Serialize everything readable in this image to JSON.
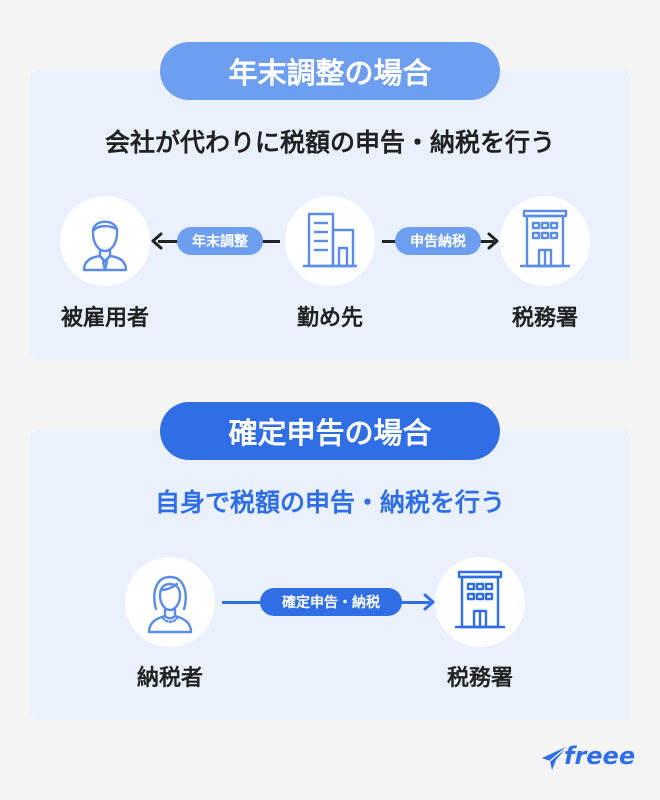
{
  "section1": {
    "title": "年末調整の場合",
    "subtitle": "会社が代わりに税額の申告・納税を行う",
    "nodes": {
      "employee": "被雇用者",
      "employer": "勤め先",
      "tax_office": "税務署"
    },
    "connectors": {
      "left": "年末調整",
      "right": "申告納税"
    }
  },
  "section2": {
    "title": "確定申告の場合",
    "subtitle": "自身で税額の申告・納税を行う",
    "nodes": {
      "taxpayer": "納税者",
      "tax_office": "税務署"
    },
    "connector": "確定申告・納税"
  },
  "logo": {
    "text": "freee"
  },
  "colors": {
    "light_blue": "#6e9ef0",
    "blue": "#2f6ee5",
    "panel_bg": "#eaf1fd",
    "icon_stroke": "#5b8ce8"
  }
}
